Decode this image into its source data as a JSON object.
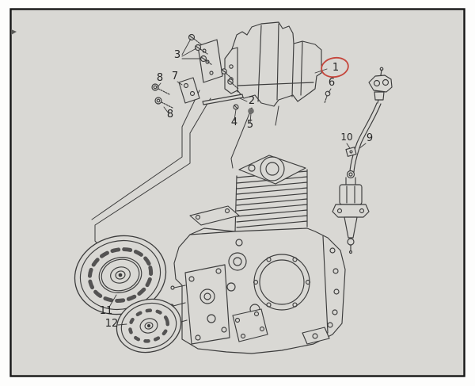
{
  "figure": {
    "alt": "Exploded-view parts diagram of a small single-cylinder engine: blower shroud with fasteners at top, fuel line and injection pump at right, finned cylinder and crankcase in center, flywheel and pulley at lower left. Part 1 is circled in red.",
    "colors": {
      "page": "#fdfdfc",
      "paper": "#d9d8d4",
      "ink": "#3c3c3c",
      "frame": "#161616",
      "highlight": "#c5463c",
      "label_text": "#262626"
    },
    "callouts": [
      {
        "label": "3"
      },
      {
        "label": "8"
      },
      {
        "label": "7"
      },
      {
        "label": "8"
      },
      {
        "label": "2"
      },
      {
        "label": "4"
      },
      {
        "label": "5"
      },
      {
        "label": "1",
        "highlighted": true
      },
      {
        "label": "6"
      },
      {
        "label": "10"
      },
      {
        "label": "9"
      },
      {
        "label": "11"
      },
      {
        "label": "12"
      }
    ]
  }
}
